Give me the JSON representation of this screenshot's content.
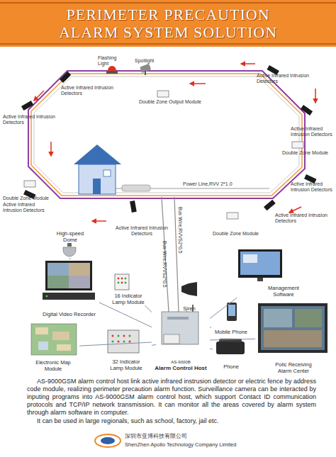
{
  "diagram": {
    "title": "PERIMETER PRECAUTION ALARM SYSTEM SOLUTION",
    "nodes": [
      {
        "text": [
          "High-speed Dome"
        ]
      },
      {
        "text": [
          "Digital Video Recorder"
        ]
      },
      {
        "text": [
          "16 Indicator Lamp Module"
        ]
      },
      {
        "text": [
          "Siren"
        ]
      },
      {
        "text": [
          "Management Software"
        ]
      },
      {
        "text": [
          "Mobile Phone"
        ]
      },
      {
        "text": [
          "Electronic Map Module"
        ]
      },
      {
        "text": [
          "32 Indicator Lamp Module"
        ]
      },
      {
        "text": [
          "AS-9000B",
          "Alarm Control Host"
        ]
      },
      {
        "text": [
          "Phone"
        ]
      },
      {
        "text": [
          "Polic Receiving Alarm Center"
        ]
      }
    ],
    "edges": [
      {
        "from": 1,
        "to": 0,
        "arrow": "none"
      },
      {
        "from": 8,
        "to": 1,
        "arrow": "none"
      },
      {
        "from": 8,
        "to": 2,
        "arrow": "none"
      },
      {
        "from": 8,
        "to": 3,
        "arrow": "none"
      },
      {
        "from": 8,
        "to": 4,
        "arrow": "none"
      },
      {
        "from": 8,
        "to": 5,
        "arrow": "none"
      },
      {
        "from": 8,
        "to": 6,
        "arrow": "none"
      },
      {
        "from": 8,
        "to": 7,
        "arrow": "none"
      },
      {
        "from": 8,
        "to": 9,
        "arrow": "none"
      },
      {
        "from": 8,
        "to": 10,
        "arrow": "none"
      }
    ],
    "labels": [
      "Flashing Light",
      "Spotlight",
      "Double Zone Output Module",
      "Active Infrared Intrusion Detectors",
      "Active Infrared Intrusion Detectors",
      "Active Infrared Intrusion Detectors",
      "Active Infrared Intrusion Detectors",
      "Double Zone Module",
      "Active Infrared Intrusion Detectors",
      "Double Zone Module",
      "Active Infrared Intrusion Detectors",
      "Power Line,RVV 2*1.0",
      "Active Infrared Intrusion Detectors",
      "Double Zone Module",
      "Active Infrared Intrusion Detectors",
      "Bus Wire,RVVS2*0.5",
      "Bus Wire,RVVS2*0.5",
      "AS-9000GSM alarm control host link active infrared instrusion detector or electric fence by address code module, realizing perimeter precaution alarm function. Surveillance camera can be interacted by inputing programs into AS-9000GSM alarm control host, which support Contact ID communication protocols and TCP/IP network transmission. It can monitor all the areas covered by alarm system through alarm software in computer.",
      "It can be used in large regionals, such as school, factory, jail etc.",
      "深圳市亚博科技有限公司",
      "ShenZhen Apollo Technology Company Limited"
    ]
  }
}
